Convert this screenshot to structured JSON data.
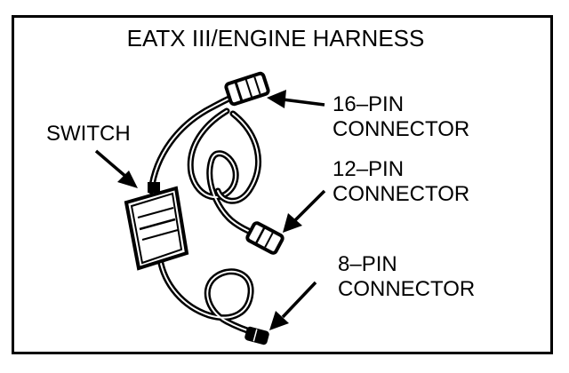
{
  "diagram": {
    "title": "EATX III/ENGINE HARNESS",
    "labels": {
      "switch": "SWITCH",
      "pin16_line1": "16–PIN",
      "pin16_line2": "CONNECTOR",
      "pin12_line1": "12–PIN",
      "pin12_line2": "CONNECTOR",
      "pin8_line1": "8–PIN",
      "pin8_line2": "CONNECTOR"
    }
  }
}
